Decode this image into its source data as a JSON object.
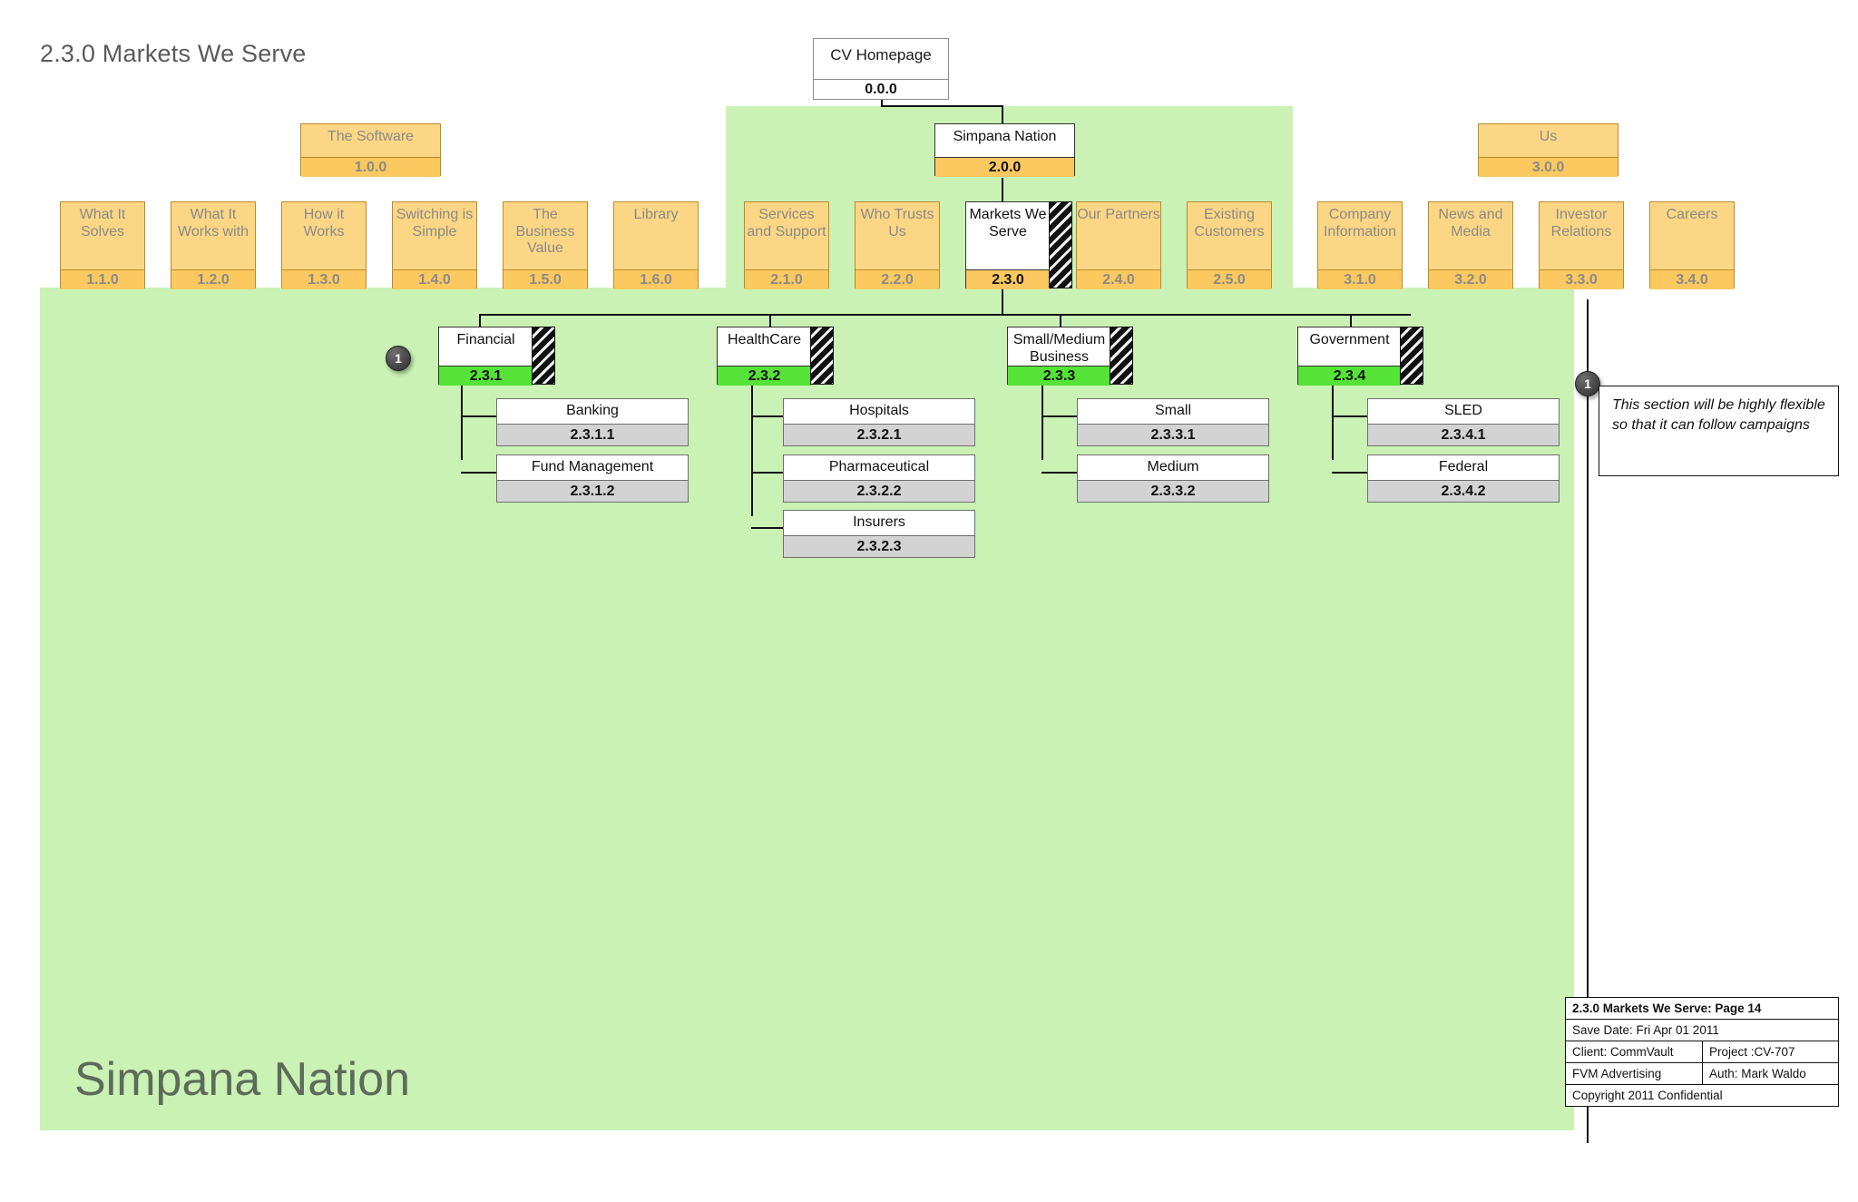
{
  "page_title": "2.3.0 Markets We Serve",
  "watermark": "Simpana Nation",
  "colors": {
    "highlight_green": "#c9f2b4",
    "section_green": "#55e337",
    "inactive_orange": "#fbd684",
    "leaf_grey": "#d3d3d3"
  },
  "root": {
    "label": "CV Homepage",
    "id": "0.0.0"
  },
  "branches": [
    {
      "label": "The Software",
      "id": "1.0.0"
    },
    {
      "label": "Simpana Nation",
      "id": "2.0.0"
    },
    {
      "label": "Us",
      "id": "3.0.0"
    }
  ],
  "level2": [
    {
      "label": "What It Solves",
      "id": "1.1.0",
      "state": "inactive"
    },
    {
      "label": "What It Works with",
      "id": "1.2.0",
      "state": "inactive"
    },
    {
      "label": "How it Works",
      "id": "1.3.0",
      "state": "inactive"
    },
    {
      "label": "Switching is Simple",
      "id": "1.4.0",
      "state": "inactive"
    },
    {
      "label": "The Business Value",
      "id": "1.5.0",
      "state": "inactive"
    },
    {
      "label": "Library",
      "id": "1.6.0",
      "state": "inactive"
    },
    {
      "label": "Services and Support",
      "id": "2.1.0",
      "state": "inactive"
    },
    {
      "label": "Who Trusts Us",
      "id": "2.2.0",
      "state": "inactive"
    },
    {
      "label": "Markets We Serve",
      "id": "2.3.0",
      "state": "active"
    },
    {
      "label": "Our Partners",
      "id": "2.4.0",
      "state": "inactive"
    },
    {
      "label": "Existing Customers",
      "id": "2.5.0",
      "state": "inactive"
    },
    {
      "label": "Company Information",
      "id": "3.1.0",
      "state": "inactive"
    },
    {
      "label": "News and Media",
      "id": "3.2.0",
      "state": "inactive"
    },
    {
      "label": "Investor Relations",
      "id": "3.3.0",
      "state": "inactive"
    },
    {
      "label": "Careers",
      "id": "3.4.0",
      "state": "inactive"
    }
  ],
  "sections": [
    {
      "label": "Financial",
      "id": "2.3.1",
      "children": [
        {
          "label": "Banking",
          "id": "2.3.1.1"
        },
        {
          "label": "Fund Management",
          "id": "2.3.1.2"
        }
      ]
    },
    {
      "label": "HealthCare",
      "id": "2.3.2",
      "children": [
        {
          "label": "Hospitals",
          "id": "2.3.2.1"
        },
        {
          "label": "Pharmaceutical",
          "id": "2.3.2.2"
        },
        {
          "label": "Insurers",
          "id": "2.3.2.3"
        }
      ]
    },
    {
      "label": "Small/Medium Business",
      "id": "2.3.3",
      "children": [
        {
          "label": "Small",
          "id": "2.3.3.1"
        },
        {
          "label": "Medium",
          "id": "2.3.3.2"
        }
      ]
    },
    {
      "label": "Government",
      "id": "2.3.4",
      "children": [
        {
          "label": "SLED",
          "id": "2.3.4.1"
        },
        {
          "label": "Federal",
          "id": "2.3.4.2"
        }
      ]
    }
  ],
  "markers": {
    "left": "1",
    "right": "1"
  },
  "annotation": {
    "number": "1",
    "text": "This section will be highly flexible so that it can follow campaigns"
  },
  "footer": {
    "title": "2.3.0 Markets We Serve: Page 14",
    "save_date": "Save Date: Fri Apr 01 2011",
    "client": "Client: CommVault",
    "project": "Project :CV-707",
    "agency": "FVM Advertising",
    "author": "Auth: Mark Waldo",
    "copyright": "Copyright 2011 Confidential"
  }
}
